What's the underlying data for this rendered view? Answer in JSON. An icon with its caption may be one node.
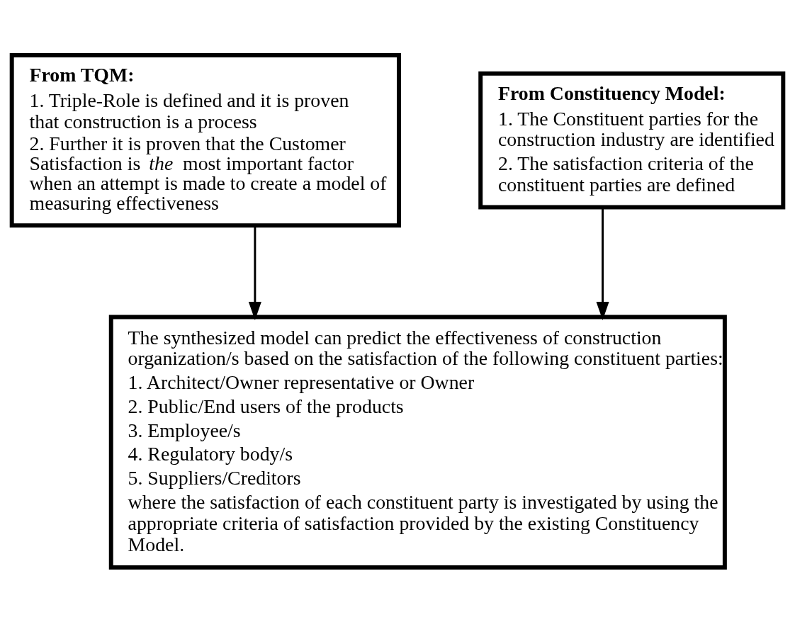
{
  "diagram": {
    "nodes": [
      {
        "text": [
          "From TQM:",
          "1. Triple-Role is defined and it is proven that construction is a process",
          "2. Further it is proven that the Customer Satisfaction is *the* most important factor when an attempt is made to create a model of measuring effectiveness"
        ]
      },
      {
        "text": [
          "From Constituency Model:",
          "1. The Constituent parties for the construction industry are identified",
          "2. The satisfaction criteria of the constituent parties are defined"
        ]
      },
      {
        "text": [
          "The synthesized model can predict the effectiveness of construction organization/s based on the satisfaction of the following constituent parties:",
          "1. Architect/Owner representative or Owner",
          "2. Public/End users of the products",
          "3. Employee/s",
          "4. Regulatory body/s",
          "5. Suppliers/Creditors",
          "where the satisfaction of each constituent party is investigated by using the appropriate criteria of satisfaction provided by the existing Constituency Model."
        ]
      }
    ],
    "edges": [
      {
        "from": 0,
        "to": 2,
        "arrow": "to"
      },
      {
        "from": 1,
        "to": 2,
        "arrow": "to"
      }
    ]
  }
}
